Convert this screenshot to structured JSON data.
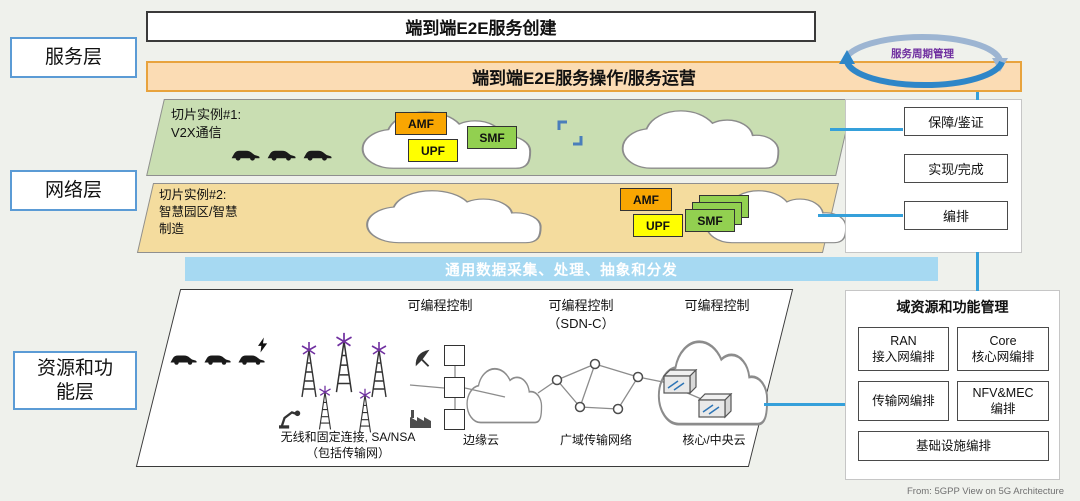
{
  "layers": {
    "service": "服务层",
    "network": "网络层",
    "resource_line1": "资源和功",
    "resource_line2": "能层"
  },
  "top": {
    "creation": "端到端E2E服务创建",
    "operation": "端到端E2E服务操作/服务运营",
    "lifecycle": "服务周期管理"
  },
  "network_layer": {
    "slice1": {
      "title1": "切片实例#1:",
      "title2": "V2X通信",
      "amf": "AMF",
      "upf": "UPF",
      "smf": "SMF"
    },
    "slice2": {
      "title1": "切片实例#2:",
      "title2": "智慧园区/智慧",
      "title3": "制造",
      "amf": "AMF",
      "upf": "UPF",
      "smf": "SMF"
    },
    "panel": {
      "assurance": "保障/鉴证",
      "fulfillment": "实现/完成",
      "orchestration": "编排"
    }
  },
  "data_bar": {
    "label": "通用数据采集、处理、抽象和分发"
  },
  "resource_layer": {
    "prog1": "可编程控制",
    "prog2_line1": "可编程控制",
    "prog2_line2": "（SDN-C）",
    "prog3": "可编程控制",
    "access_line1": "无线和固定连接, SA/NSA",
    "access_line2": "（包括传输网）",
    "edge_cloud": "边缘云",
    "wan": "广域传输网络",
    "core_cloud": "核心/中央云"
  },
  "domain": {
    "title": "域资源和功能管理",
    "ran_line1": "RAN",
    "ran_line2": "接入网编排",
    "core_line1": "Core",
    "core_line2": "核心网编排",
    "transport": "传输网编排",
    "nfv_line1": "NFV&MEC",
    "nfv_line2": "编排",
    "infra": "基础设施编排"
  },
  "caption": "From: 5GPP View on 5G Architecture",
  "colors": {
    "connector_blue": "#35a0da",
    "bar_blue": "#a6d9f2",
    "slice1_green": "#c9deb2",
    "slice2_yellow": "#f4dc9e",
    "amf_orange": "#f9a602",
    "upf_yellow": "#ffff00",
    "smf_green": "#92d050",
    "operation_peach": "#fbdcb4",
    "layer_border_blue": "#5b9bd5"
  }
}
